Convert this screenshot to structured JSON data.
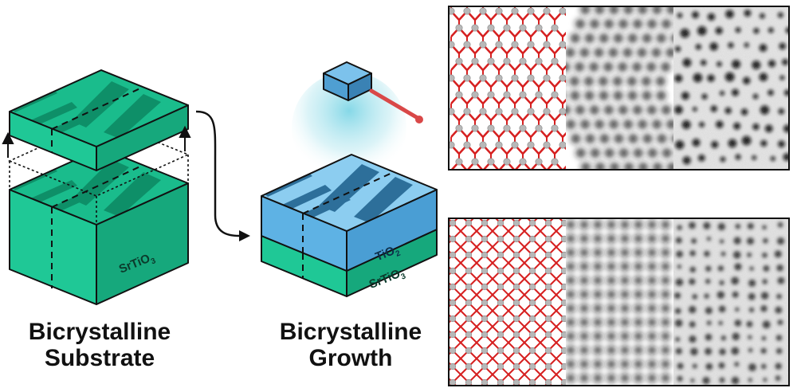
{
  "captions": {
    "substrate": [
      "Bicrystalline",
      "Substrate"
    ],
    "growth": [
      "Bicrystalline",
      "Growth"
    ]
  },
  "labels": {
    "substrate_material": "SrTiO",
    "substrate_subscript": "3",
    "film_material": "TiO",
    "film_subscript": "2",
    "film_base_material": "SrTiO",
    "film_base_subscript": "3"
  },
  "colors": {
    "substrate_green": "#1abc8c",
    "substrate_dark": "#0e8f68",
    "film_blue": "#5aaee0",
    "film_dark": "#2d6f9a",
    "laser": "#e05050",
    "atom_o": "#d62020",
    "atom_ti": "#b8b8b8"
  },
  "panels": [
    {
      "name": "top",
      "columns": [
        "atomic-model",
        "simulated-image",
        "experimental-image"
      ]
    },
    {
      "name": "bottom",
      "columns": [
        "atomic-model",
        "simulated-image",
        "experimental-image"
      ]
    }
  ]
}
